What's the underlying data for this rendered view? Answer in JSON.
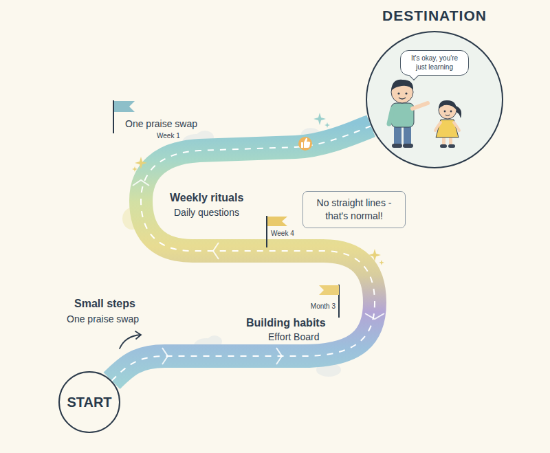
{
  "diagram": {
    "nodes": [
      {
        "text": [
          "DESTINATION"
        ]
      },
      {
        "text": [
          "It's okay, you're just learning"
        ],
        "in": 0
      },
      {
        "text": [
          "No straight lines - that's normal!"
        ]
      },
      {
        "text": [
          "START"
        ]
      }
    ],
    "edges": [
      {
        "from": 3,
        "to": 0,
        "arrow": "none"
      }
    ],
    "labels": [
      "One praise swap",
      "Week 1",
      "Weekly rituals",
      "Daily questions",
      "Week 4",
      "Small steps",
      "One praise swap",
      "Month 3",
      "Building habits",
      "Effort Board"
    ]
  }
}
